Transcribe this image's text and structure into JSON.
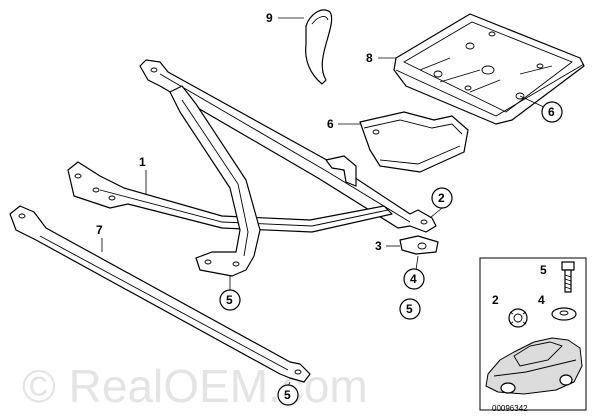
{
  "watermark": "© RealOEM.com",
  "diagram_code": "00096342",
  "callouts": {
    "c1": "1",
    "c2": "2",
    "c3": "3",
    "c4": "4",
    "c5a": "5",
    "c5b": "5",
    "c5c": "5",
    "c6a": "6",
    "c6b": "6",
    "c7": "7",
    "c8": "8",
    "c9": "9"
  },
  "inset": {
    "label_5": "5",
    "label_2": "2",
    "label_4": "4"
  }
}
